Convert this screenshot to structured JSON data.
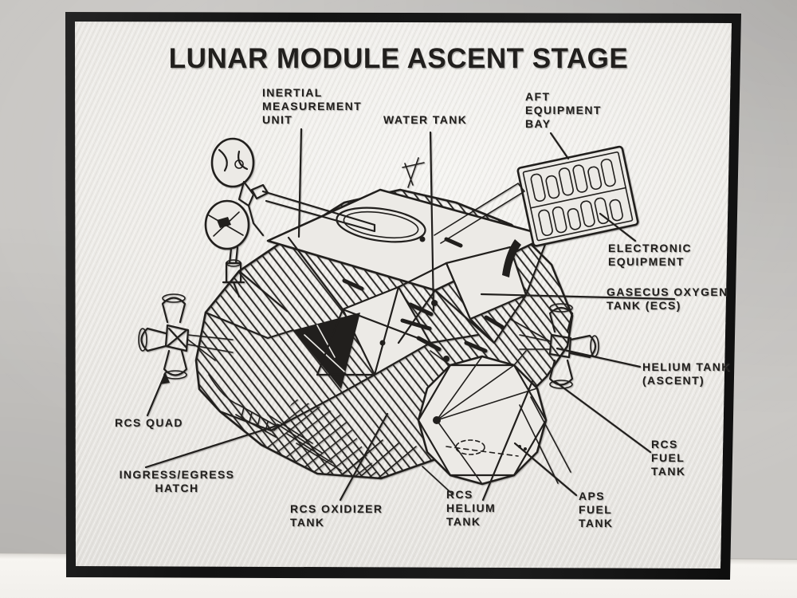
{
  "scene": {
    "colors": {
      "wall": "#c8c6c3",
      "surface": "#f1efeb",
      "frame": "#181818",
      "plaque": "#eceae6",
      "ink": "#211f1d"
    }
  },
  "plaque": {
    "title": "LUNAR MODULE ASCENT STAGE",
    "labels": [
      {
        "id": "inertial-measurement-unit",
        "lines": [
          "INERTIAL",
          "MEASUREMENT",
          "UNIT"
        ]
      },
      {
        "id": "water-tank",
        "lines": [
          "WATER TANK"
        ]
      },
      {
        "id": "aft-equipment-bay",
        "lines": [
          "AFT",
          "EQUIPMENT",
          "BAY"
        ]
      },
      {
        "id": "electronic-equipment",
        "lines": [
          "ELECTRONIC",
          "EQUIPMENT"
        ]
      },
      {
        "id": "gaseous-oxygen-tank-ecs",
        "lines": [
          "GASECUS OXYGEN",
          "TANK (ECS)"
        ]
      },
      {
        "id": "helium-tank-ascent",
        "lines": [
          "HELIUM TANK",
          "(ASCENT)"
        ]
      },
      {
        "id": "rcs-quad",
        "lines": [
          "RCS QUAD"
        ]
      },
      {
        "id": "ingress-egress-hatch",
        "lines": [
          "INGRESS/EGRESS",
          "HATCH"
        ]
      },
      {
        "id": "rcs-oxidizer-tank",
        "lines": [
          "RCS OXIDIZER",
          "TANK"
        ]
      },
      {
        "id": "rcs-helium-tank",
        "lines": [
          "RCS",
          "HELIUM",
          "TANK"
        ]
      },
      {
        "id": "aps-fuel-tank",
        "lines": [
          "APS",
          "FUEL",
          "TANK"
        ]
      },
      {
        "id": "rcs-fuel-tank",
        "lines": [
          "RCS",
          "FUEL",
          "TANK"
        ]
      }
    ]
  }
}
